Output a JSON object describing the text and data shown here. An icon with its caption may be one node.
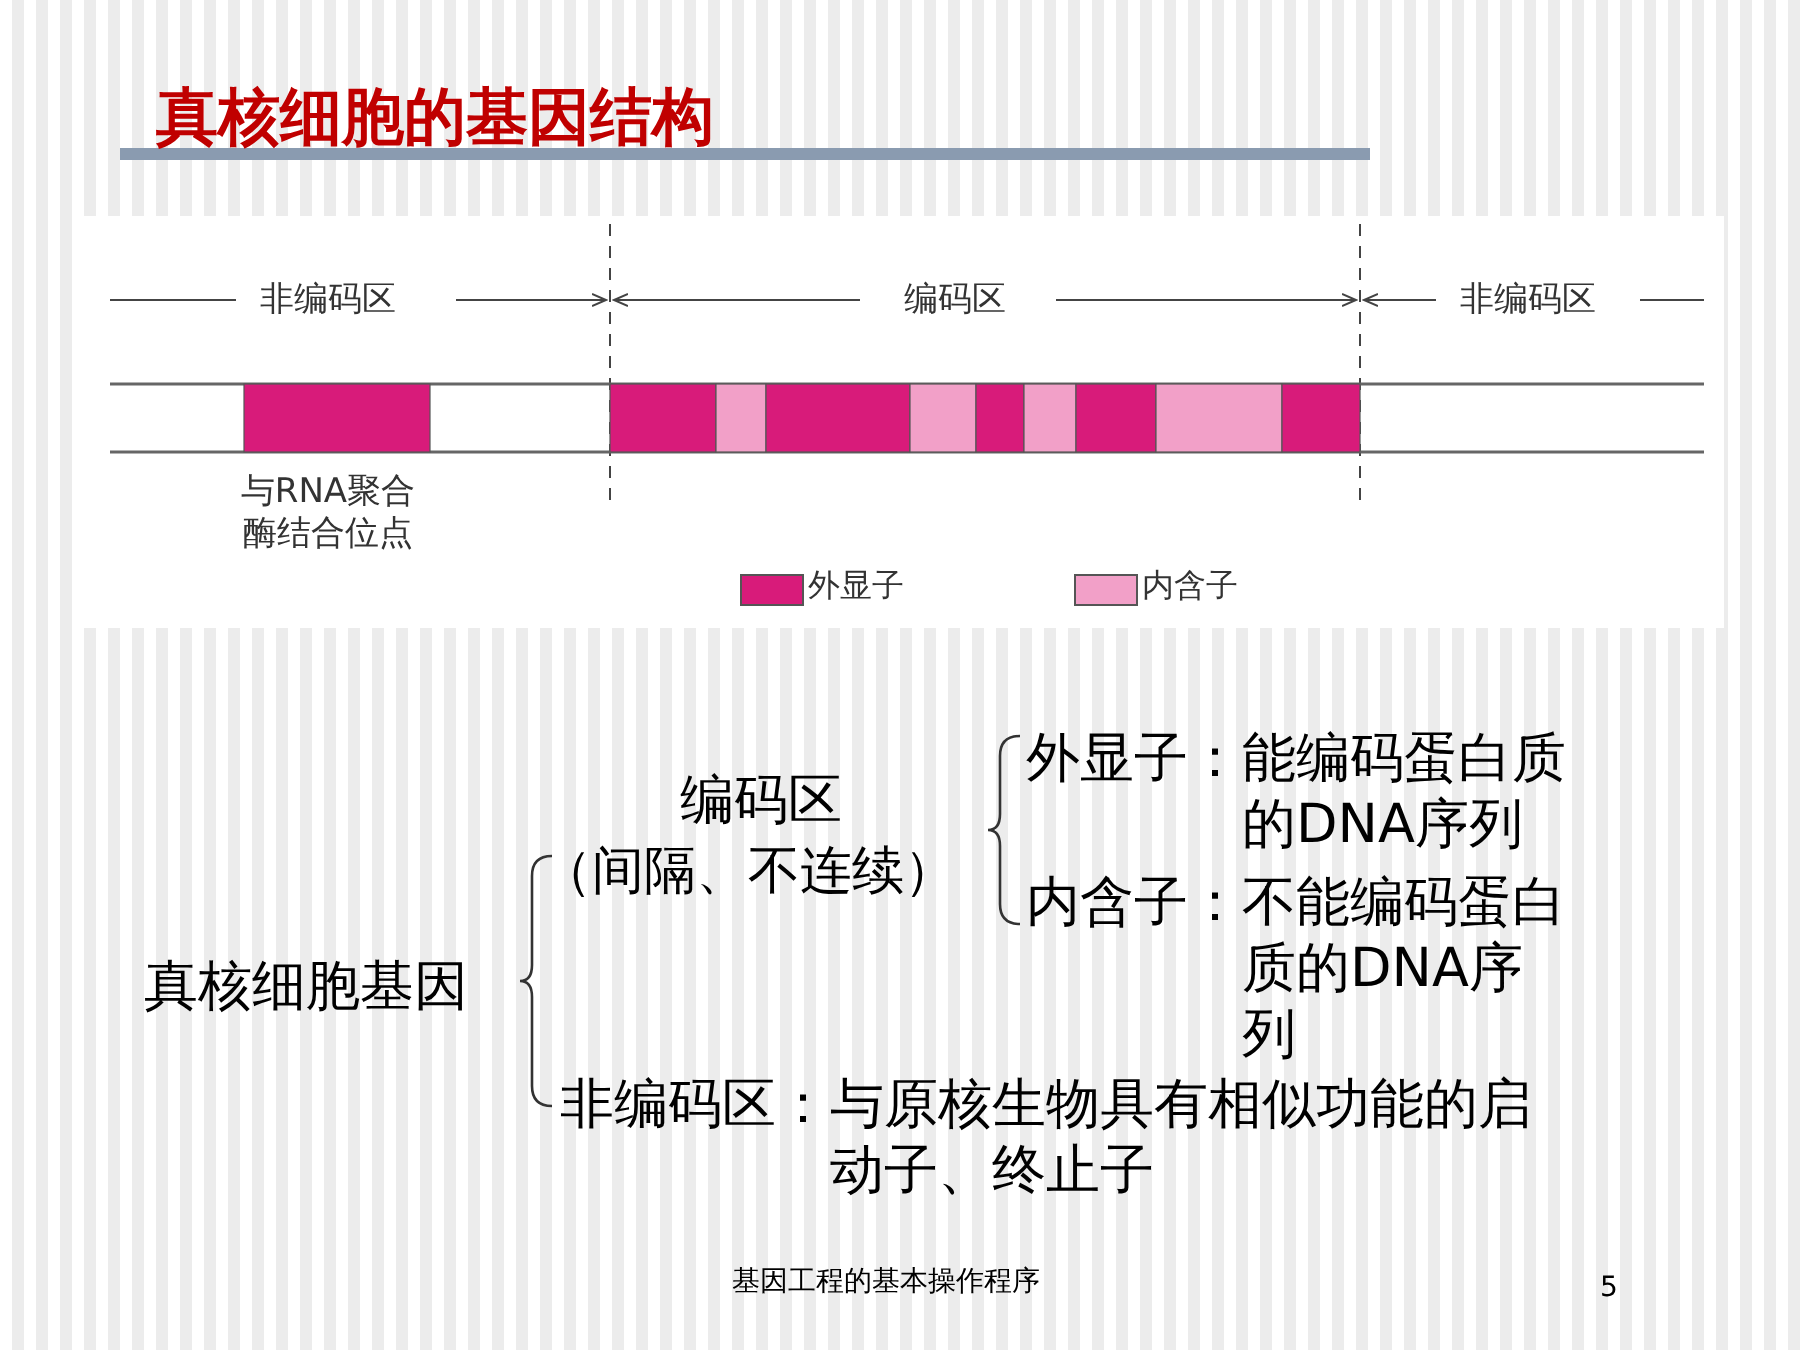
{
  "diagram": {
    "title": "真核细胞的基因结构",
    "labels": [
      "非编码区",
      "编码区",
      "非编码区",
      "与RNA聚合酶结合位点",
      "真核细胞基因",
      "编码区",
      "（间隔、不连续）",
      "外显子：能编码蛋白质的DNA序列",
      "内含子：不能编码蛋白质的DNA序列",
      "非编码区：与原核生物具有相似功能的启动子、终止子",
      "基因工程的基本操作程序",
      "5"
    ],
    "legend": [
      {
        "text": "外显子",
        "color": "#d81b7a"
      },
      {
        "text": "内含子",
        "color": "#f2a0c8"
      }
    ]
  }
}
